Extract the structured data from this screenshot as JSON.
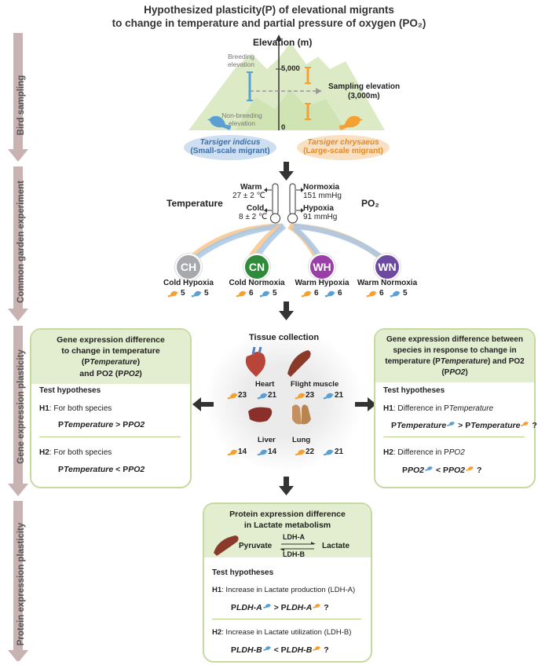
{
  "title": {
    "line1": "Hypothesized  plasticity(P) of elevational migrants",
    "line2": "to change in temperature and partial pressure of oxygen (PO₂)"
  },
  "stages": {
    "bird_sampling": "Bird sampling",
    "common_garden": "Common garden experiment",
    "gene_expression": "Gene expression plasticity",
    "protein_expression": "Protein expression plasticity"
  },
  "sampling": {
    "elevation_axis": "Elevation (m)",
    "tick_5000": "5,000",
    "tick_0": "0",
    "breeding": "Breeding elevation",
    "non_breeding": "Non-breeding elevation",
    "sampling_label": "Sampling elevation",
    "sampling_value": "(3,000m)",
    "species_small_name": "Tarsiger indicus",
    "species_small_type": "(Small-scale migrant)",
    "species_large_name": "Tarsiger chrysaeus",
    "species_large_type": "(Large-scale migrant)"
  },
  "garden": {
    "temperature": "Temperature",
    "po2": "PO₂",
    "warm": "Warm",
    "warm_value": "27 ± 2 ℃",
    "cold": "Cold",
    "cold_value": "8 ± 2 ℃",
    "normoxia": "Normoxia",
    "normoxia_value": "151 mmHg",
    "hypoxia": "Hypoxia",
    "hypoxia_value": "91 mmHg",
    "groups": [
      {
        "code": "CH",
        "label": "Cold Hypoxia",
        "orange": "5",
        "blue": "5",
        "color": "#a7a9ac"
      },
      {
        "code": "CN",
        "label": "Cold Normoxia",
        "orange": "6",
        "blue": "5",
        "color": "#2e8b3a"
      },
      {
        "code": "WH",
        "label": "Warm Hypoxia",
        "orange": "6",
        "blue": "6",
        "color": "#9b3fa8"
      },
      {
        "code": "WN",
        "label": "Warm Normoxia",
        "orange": "6",
        "blue": "5",
        "color": "#6b4aa0"
      }
    ]
  },
  "tissue": {
    "title": "Tissue collection",
    "heart": "Heart",
    "heart_o": "23",
    "heart_b": "21",
    "muscle": "Flight muscle",
    "muscle_o": "23",
    "muscle_b": "21",
    "liver": "Liver",
    "liver_o": "14",
    "liver_b": "14",
    "lung": "Lung",
    "lung_o": "22",
    "lung_b": "21"
  },
  "left_box": {
    "head1": "Gene expression difference",
    "head2a": "to change in temperature (P",
    "head2b": "Temperature",
    "head2c": ")",
    "head3a": "and PO2 (P",
    "head3b": "PO2",
    "head3c": ")",
    "test": "Test hypotheses",
    "h1": "H1",
    "h1_text": ": For both species",
    "h1_expr_a": "P",
    "h1_expr_b": "Temperature",
    "h1_expr_c": " > P",
    "h1_expr_d": "PO2",
    "h2": "H2",
    "h2_text": ": For both species",
    "h2_expr_c": " < P"
  },
  "right_box": {
    "head1": "Gene expression difference between",
    "head2": "species in response to change in",
    "head3a": "temperature (P",
    "head3b": "Temperature",
    "head3c": ") and PO2 (P",
    "head3d": "PO2",
    "head3e": ")",
    "test": "Test hypotheses",
    "h1": "H1",
    "h1_text": ": Difference in P",
    "h1_sub": "Temperature",
    "h1_expr_a": "P",
    "h1_expr_b": "Temperature",
    "h1_expr_c": " > P",
    "h1_q": " ?",
    "h2": "H2",
    "h2_text": ": Difference in P",
    "h2_sub": "PO2",
    "h2_expr_b": "PO2",
    "h2_expr_c": " < P",
    "h2_q": " ?"
  },
  "protein_box": {
    "head1": "Protein expression difference",
    "head2": "in Lactate metabolism",
    "pyruvate": "Pyruvate",
    "lactate": "Lactate",
    "ldha": "LDH-A",
    "ldhb": "LDH-B",
    "test": "Test hypotheses",
    "h1": "H1",
    "h1_text": ":  Increase in Lactate production (LDH-A)",
    "h1_expr_a": "P",
    "h1_expr_b": "LDH-A",
    "h1_expr_c": " > P",
    "h1_q": " ?",
    "h2": "H2",
    "h2_text": ": Increase in Lactate utilization (LDH-B)",
    "h2_expr_b": "LDH-B",
    "h2_expr_c": " < P",
    "h2_q": " ?"
  },
  "colors": {
    "orange": "#f4a032",
    "blue": "#5aa0d2",
    "green_box": "#c5d9a0",
    "green_head": "#e3edcf",
    "stage_arrow": "#c8b2b2",
    "mountain": "#dcebc6"
  }
}
